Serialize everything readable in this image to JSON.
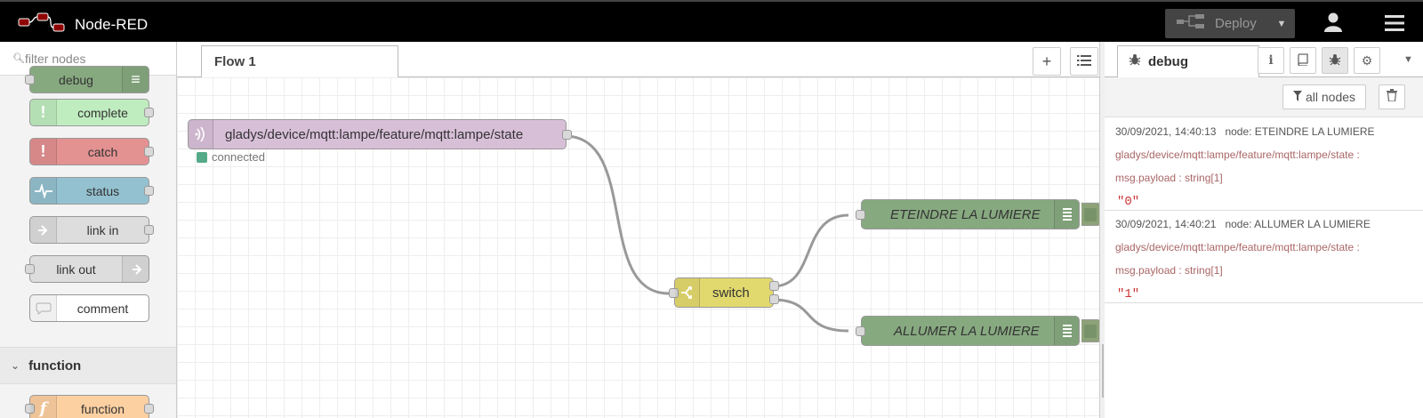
{
  "header": {
    "app_title": "Node-RED",
    "deploy_label": "Deploy"
  },
  "palette": {
    "search_placeholder": "filter nodes",
    "nodes": [
      {
        "label": "debug",
        "color": "#87a980"
      },
      {
        "label": "complete",
        "color": "#c0edc0"
      },
      {
        "label": "catch",
        "color": "#e49191"
      },
      {
        "label": "status",
        "color": "#94c1d0"
      },
      {
        "label": "link in",
        "color": "#dddddd"
      },
      {
        "label": "link out",
        "color": "#dddddd"
      },
      {
        "label": "comment",
        "color": "#ffffff"
      },
      {
        "label": "function",
        "color": "#fdd0a2"
      }
    ],
    "category_label": "function"
  },
  "workspace": {
    "tab_label": "Flow 1",
    "nodes": {
      "mqtt_in": {
        "label": "gladys/device/mqtt:lampe/feature/mqtt:lampe/state",
        "color": "#d8bfd8",
        "status": "connected"
      },
      "switch": {
        "label": "switch",
        "color": "#e2d96e"
      },
      "debug1": {
        "label": "ETEINDRE LA LUMIERE",
        "color": "#87a980"
      },
      "debug2": {
        "label": "ALLUMER LA LUMIERE",
        "color": "#87a980"
      }
    }
  },
  "sidebar": {
    "tab_label": "debug",
    "filter_label": "all nodes",
    "messages": [
      {
        "timestamp": "30/09/2021, 14:40:13",
        "node": "node: ETEINDRE LA LUMIERE",
        "topic": "gladys/device/mqtt:lampe/feature/mqtt:lampe/state :",
        "payload_type": "msg.payload : string[1]",
        "value": "\"0\""
      },
      {
        "timestamp": "30/09/2021, 14:40:21",
        "node": "node: ALLUMER LA LUMIERE",
        "topic": "gladys/device/mqtt:lampe/feature/mqtt:lampe/state :",
        "payload_type": "msg.payload : string[1]",
        "value": "\"1\""
      }
    ]
  }
}
